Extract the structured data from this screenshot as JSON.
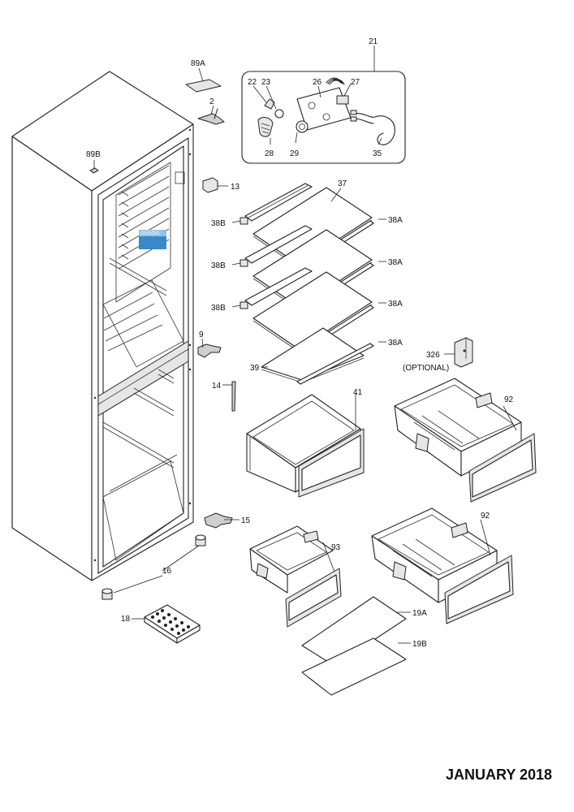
{
  "callouts": {
    "c89A": "89A",
    "c2": "2",
    "c21": "21",
    "c22": "22",
    "c23": "23",
    "c26": "26",
    "c27": "27",
    "c28": "28",
    "c29": "29",
    "c35": "35",
    "c89B": "89B",
    "c13": "13",
    "c37": "37",
    "c38B_1": "38B",
    "c38A_1": "38A",
    "c38B_2": "38B",
    "c38A_2": "38A",
    "c38B_3": "38B",
    "c38A_3": "38A",
    "c38A_4": "38A",
    "c39": "39",
    "c9": "9",
    "c326": "326",
    "c326_note": "(OPTIONAL)",
    "c14": "14",
    "c41": "41",
    "c92_1": "92",
    "c15": "15",
    "c92_2": "92",
    "c93": "93",
    "c16": "16",
    "c18": "18",
    "c19A": "19A",
    "c19B": "19B"
  },
  "watermark": "OGEDIS",
  "footer": {
    "date": "JANUARY 2018"
  }
}
